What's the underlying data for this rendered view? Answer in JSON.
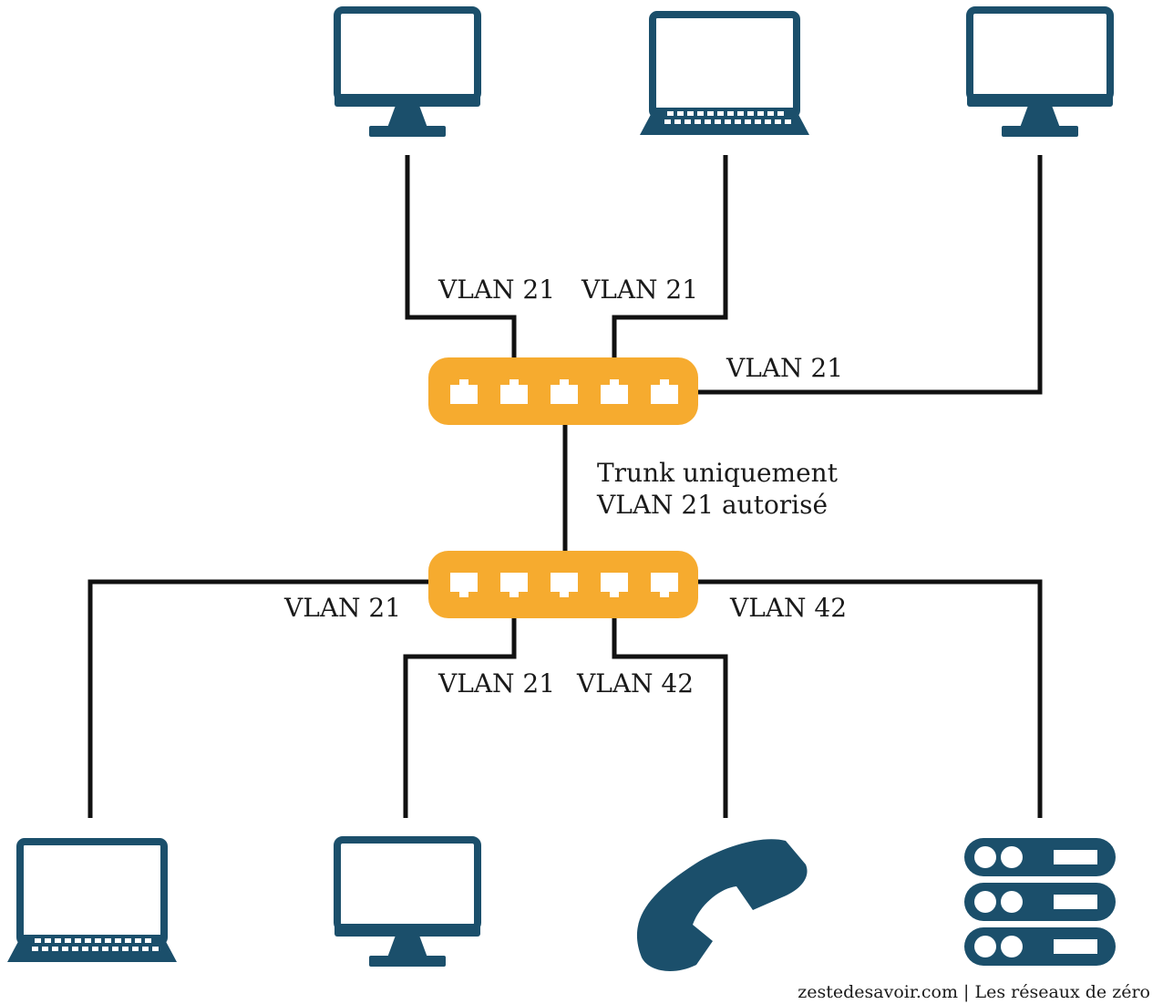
{
  "colors": {
    "device": "#1b4f6b",
    "switch": "#f6ab2f",
    "wire": "#111111",
    "text": "#1a1a1a"
  },
  "devices": {
    "top_left": {
      "icon": "monitor-icon"
    },
    "top_middle": {
      "icon": "laptop-icon"
    },
    "top_right": {
      "icon": "monitor-icon"
    },
    "bottom_1": {
      "icon": "laptop-icon"
    },
    "bottom_2": {
      "icon": "monitor-icon"
    },
    "bottom_3": {
      "icon": "phone-icon"
    },
    "bottom_4": {
      "icon": "server-icon"
    }
  },
  "switches": {
    "top": {
      "icon": "switch-icon",
      "ports": 5
    },
    "bottom": {
      "icon": "switch-icon",
      "ports": 5
    }
  },
  "labels": {
    "top_port2": "VLAN 21",
    "top_port4": "VLAN 21",
    "top_port5": "VLAN 21",
    "trunk_line1": "Trunk uniquement",
    "trunk_line2": "VLAN 21 autorisé",
    "bottom_port1": "VLAN 21",
    "bottom_port2": "VLAN 21",
    "bottom_port4": "VLAN 42",
    "bottom_port5": "VLAN 42"
  },
  "credit": "zestedesavoir.com | Les réseaux de zéro"
}
